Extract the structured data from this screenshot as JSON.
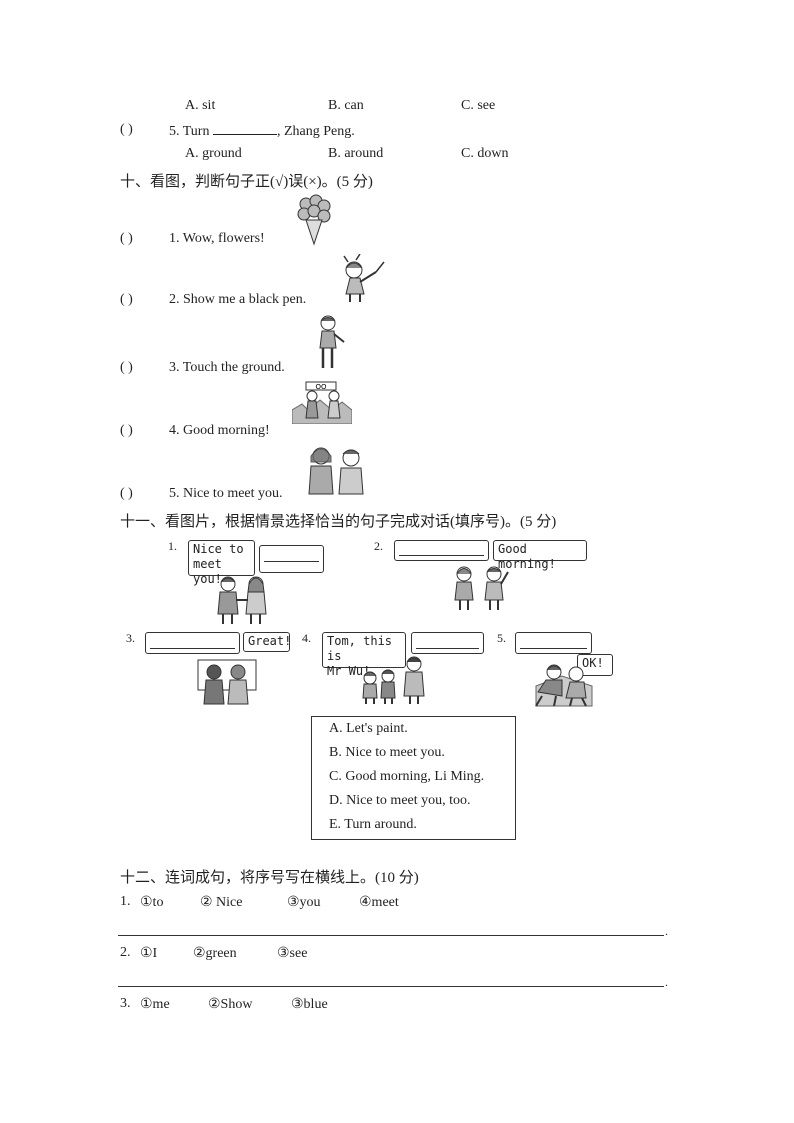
{
  "q4_options": {
    "a": "A. sit",
    "b": "B. can",
    "c": "C. see"
  },
  "q5": {
    "paren": "(        )",
    "stem_before": "5. Turn",
    "stem_after": ", Zhang  Peng.",
    "a": "A. ground",
    "b": "B. around",
    "c": "C. down"
  },
  "section10": {
    "heading": "十、看图，判断句子正(√)误(×)。(5 分)",
    "items": [
      {
        "paren": "(        )",
        "text": "1. Wow, flowers!"
      },
      {
        "paren": "(        )",
        "text": "2. Show me  a black pen."
      },
      {
        "paren": "(        )",
        "text": "3. Touch  the ground."
      },
      {
        "paren": "(        )",
        "text": "4. Good morning!"
      },
      {
        "paren": "(        )",
        "text": "5. Nice to meet you."
      }
    ],
    "sign_text": "OO"
  },
  "section11": {
    "heading": "十一、看图片，根据情景选择恰当的句子完成对话(填序号)。(5 分)",
    "pic_numbers": [
      "1.",
      "2.",
      "3.",
      "4.",
      "5."
    ],
    "bubbles": {
      "p1": "Nice to\nmeet you!",
      "p2": "Good morning!",
      "p3": "Great!",
      "p4": "Tom, this is\nMr Wu!",
      "p5": "OK!"
    },
    "options": [
      "A. Let's paint.",
      "B. Nice to meet you.",
      "C. Good morning,  Li Ming.",
      "D. Nice to meet you, too.",
      "E. Turn  around."
    ]
  },
  "section12": {
    "heading": "十二、连词成句，将序号写在横线上。(10 分)",
    "items": [
      {
        "num": "1.",
        "words": [
          "①to",
          "②  Nice",
          "③you",
          "④meet"
        ]
      },
      {
        "num": "2.",
        "words": [
          "①I",
          "②green",
          "③see"
        ]
      },
      {
        "num": "3.",
        "words": [
          "①me",
          "②Show",
          "③blue"
        ]
      }
    ]
  }
}
